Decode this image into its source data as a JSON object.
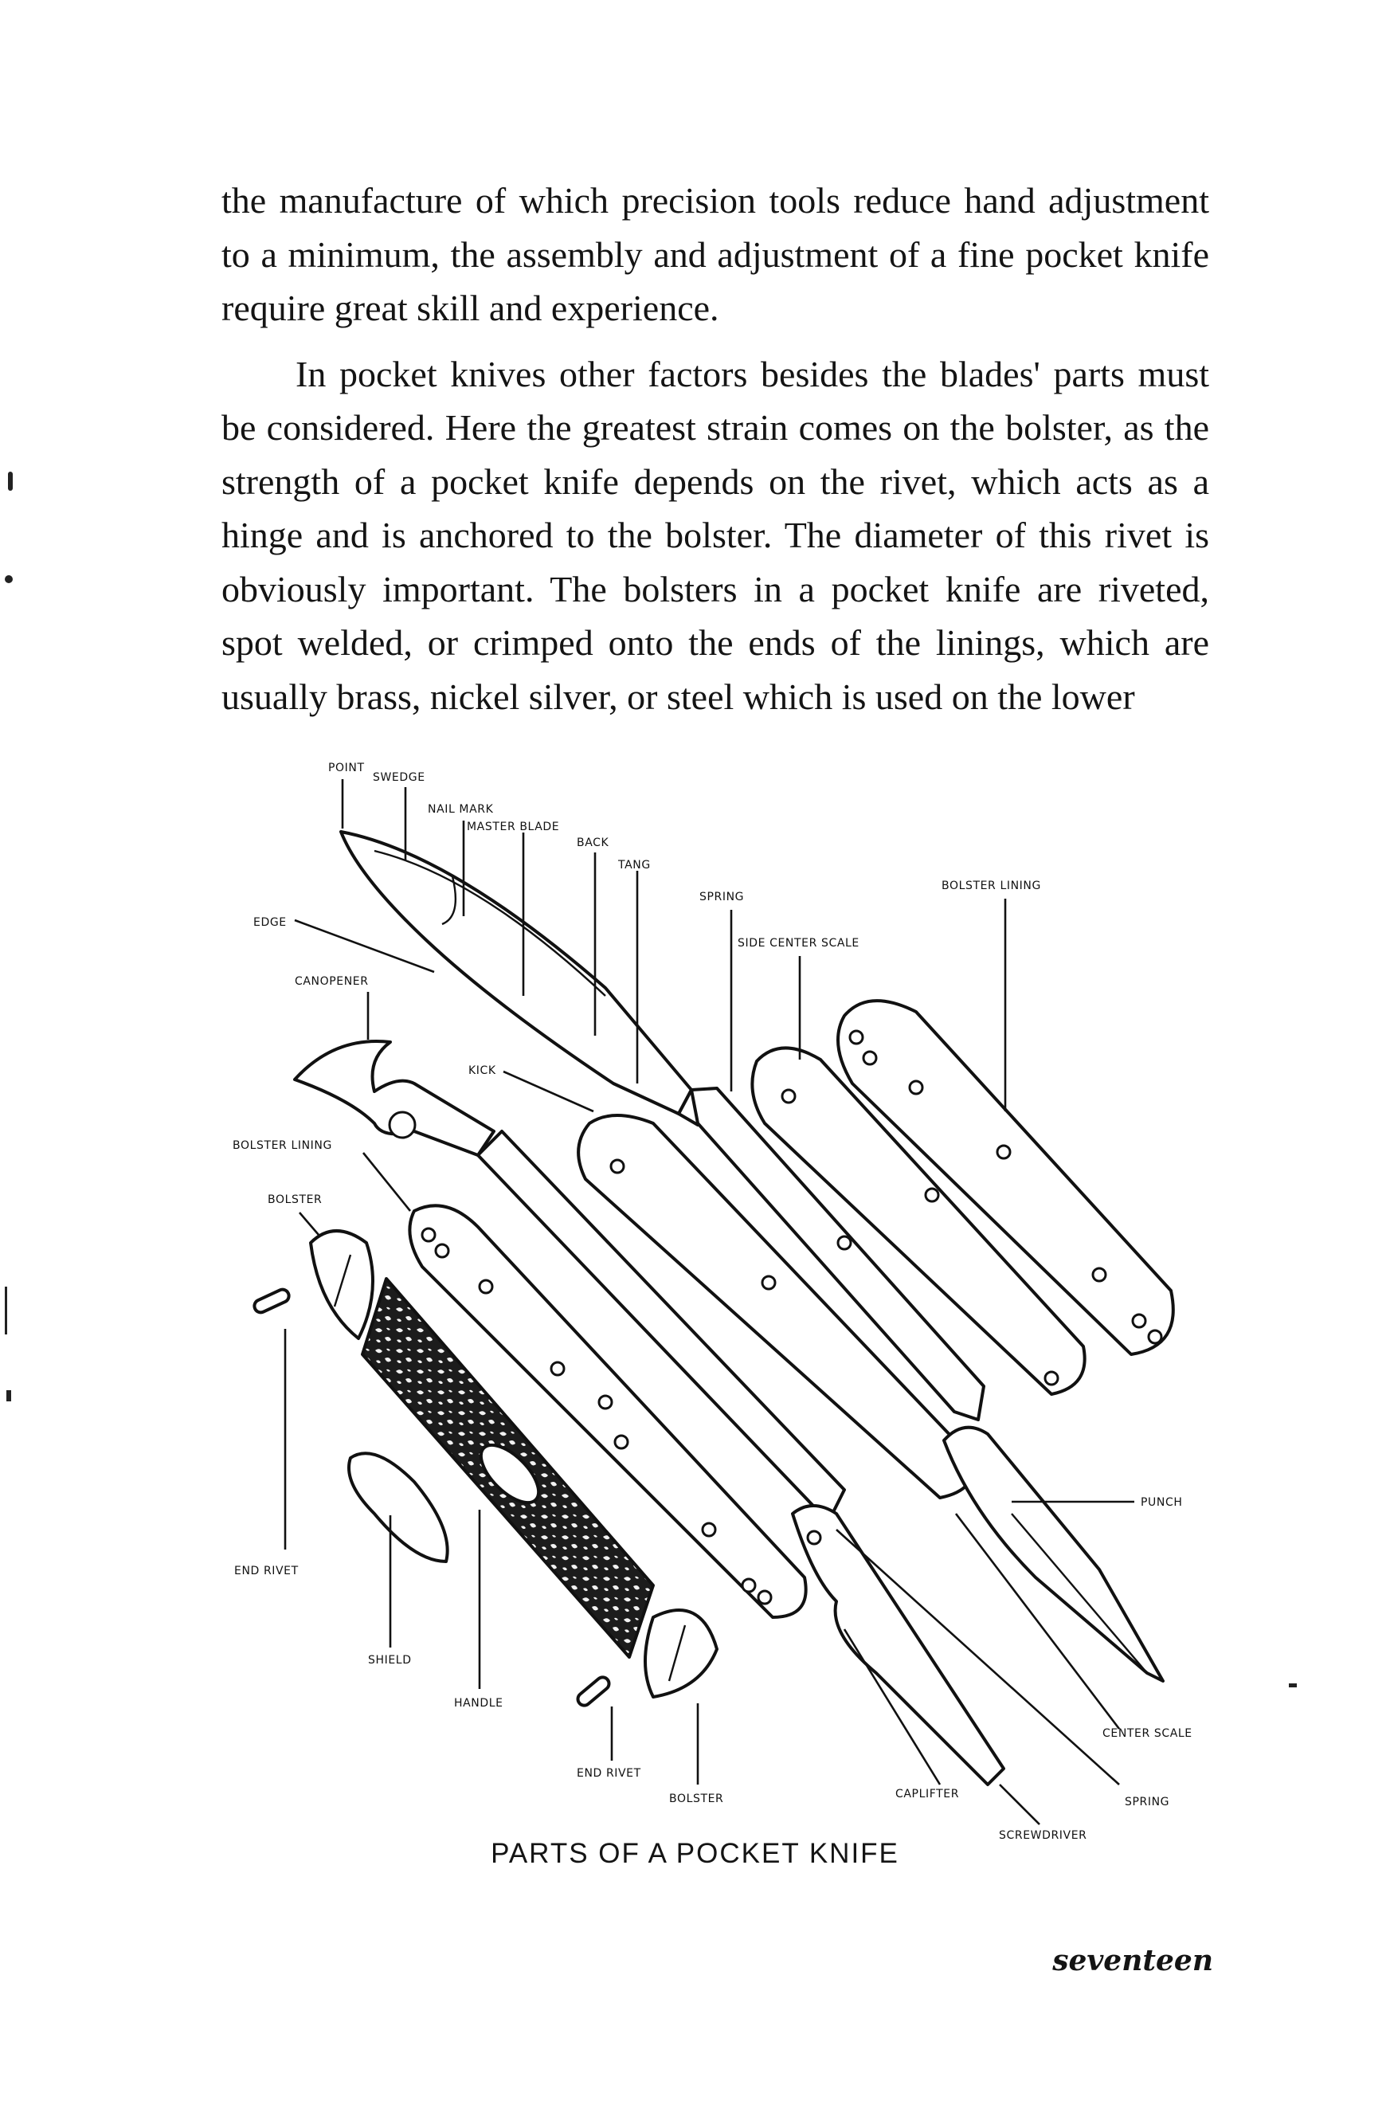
{
  "paragraphs": [
    "the manufacture of which precision tools reduce hand adjustment to a minimum, the assembly and adjustment of a fine pocket knife require great skill and experience.",
    "In pocket knives other factors besides the blades' parts must be considered. Here the greatest strain comes on the bolster, as the strength of a pocket knife depends on the rivet, which acts as a hinge and is anchored to the bolster. The diameter of this rivet is obviously important. The bolsters in a pocket knife are riveted, spot welded, or crimped onto the ends of the linings, which are usually brass, nickel silver, or steel which is used on the lower"
  ],
  "figure": {
    "caption": "PARTS OF A POCKET KNIFE",
    "labels": {
      "point": "POINT",
      "swedge": "SWEDGE",
      "nail_mark": "NAIL MARK",
      "master_blade": "MASTER BLADE",
      "back": "BACK",
      "tang": "TANG",
      "spring_top": "SPRING",
      "side_center_scale": "SIDE CENTER SCALE",
      "bolster_lining_top": "BOLSTER LINING",
      "edge": "EDGE",
      "canopener": "CANOPENER",
      "kick": "KICK",
      "bolster_lining_left": "BOLSTER LINING",
      "bolster_left": "BOLSTER",
      "punch": "PUNCH",
      "end_rivet_left": "END RIVET",
      "shield": "SHIELD",
      "handle": "HANDLE",
      "end_rivet_bottom": "END RIVET",
      "bolster_bottom": "BOLSTER",
      "caplifter": "CAPLIFTER",
      "center_scale": "CENTER SCALE",
      "spring_bottom": "SPRING",
      "screwdriver": "SCREWDRIVER"
    }
  },
  "page_number": "seventeen"
}
